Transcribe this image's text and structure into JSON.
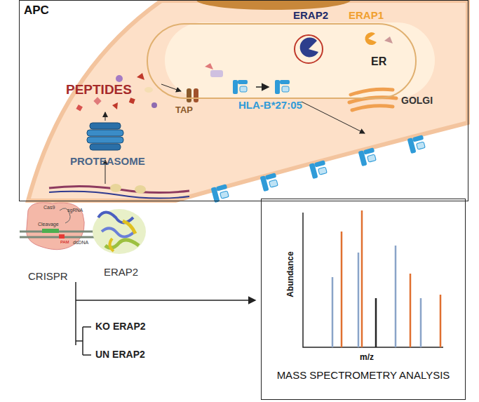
{
  "diagram": {
    "nodes": [
      {
        "text": [
          "APC"
        ]
      },
      {
        "text": [
          "ER"
        ],
        "in": 0
      },
      {
        "text": [
          "Abundance",
          "m/z",
          "MASS SPECTROMETRY ANALYSIS"
        ]
      }
    ],
    "labels": [
      "ERAP2",
      "ERAP1",
      "PEPTIDES",
      "TAP",
      "HLA-B*27:05",
      "GOLGI",
      "PROTEASOME",
      "Cas9",
      "sgRNA",
      "dsDNA",
      "Cleavage",
      "PAM",
      "CRISPR",
      "ERAP2",
      "KO ERAP2",
      "UN ERAP2"
    ]
  }
}
